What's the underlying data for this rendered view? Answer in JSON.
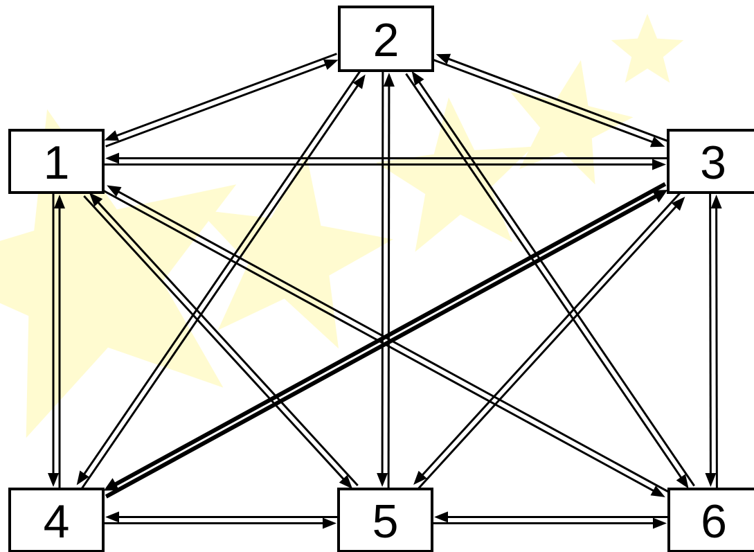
{
  "diagram": {
    "nodes": [
      {
        "id": "1",
        "label": "1"
      },
      {
        "id": "2",
        "label": "2"
      },
      {
        "id": "3",
        "label": "3"
      },
      {
        "id": "4",
        "label": "4"
      },
      {
        "id": "5",
        "label": "5"
      },
      {
        "id": "6",
        "label": "6"
      }
    ],
    "edges": [
      {
        "from": "1",
        "to": "2"
      },
      {
        "from": "2",
        "to": "1"
      },
      {
        "from": "2",
        "to": "3"
      },
      {
        "from": "3",
        "to": "2"
      },
      {
        "from": "1",
        "to": "3"
      },
      {
        "from": "3",
        "to": "1"
      },
      {
        "from": "1",
        "to": "4"
      },
      {
        "from": "4",
        "to": "1"
      },
      {
        "from": "1",
        "to": "5"
      },
      {
        "from": "5",
        "to": "1"
      },
      {
        "from": "1",
        "to": "6"
      },
      {
        "from": "6",
        "to": "1"
      },
      {
        "from": "2",
        "to": "4"
      },
      {
        "from": "4",
        "to": "2"
      },
      {
        "from": "2",
        "to": "5"
      },
      {
        "from": "5",
        "to": "2"
      },
      {
        "from": "2",
        "to": "6"
      },
      {
        "from": "6",
        "to": "2"
      },
      {
        "from": "3",
        "to": "4",
        "emphasis": true
      },
      {
        "from": "4",
        "to": "3",
        "emphasis": true
      },
      {
        "from": "3",
        "to": "5"
      },
      {
        "from": "5",
        "to": "3"
      },
      {
        "from": "3",
        "to": "6"
      },
      {
        "from": "6",
        "to": "3"
      },
      {
        "from": "4",
        "to": "5"
      },
      {
        "from": "5",
        "to": "4"
      },
      {
        "from": "5",
        "to": "6"
      },
      {
        "from": "6",
        "to": "5"
      }
    ],
    "colors": {
      "line": "#000000",
      "node_fill": "#ffffff",
      "background": "#ffffff",
      "star_watermark": "#fffbd0"
    }
  }
}
